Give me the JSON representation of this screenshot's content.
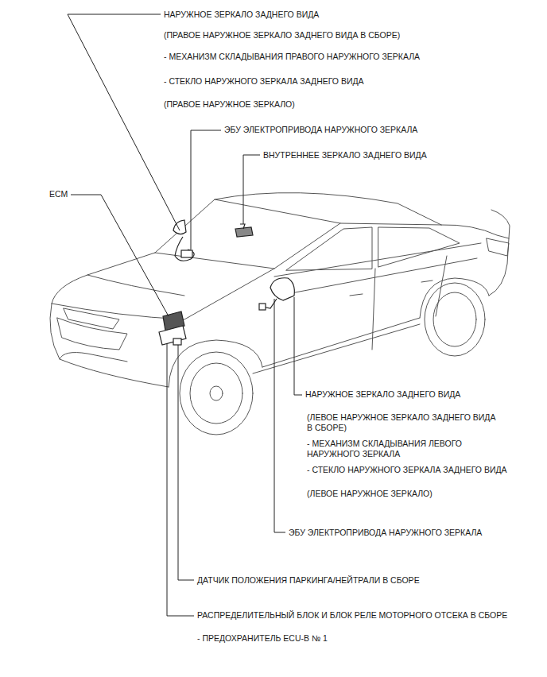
{
  "diagram": {
    "labels": [
      "НАРУЖНОЕ ЗЕРКАЛО ЗАДНЕГО ВИДА",
      "(ПРАВОЕ НАРУЖНОЕ ЗЕРКАЛО ЗАДНЕГО ВИДА В СБОРЕ)",
      "- МЕХАНИЗМ СКЛАДЫВАНИЯ ПРАВОГО НАРУЖНОГО ЗЕРКАЛА",
      "- СТЕКЛО НАРУЖНОГО ЗЕРКАЛА ЗАДНЕГО ВИДА",
      "(ПРАВОЕ НАРУЖНОЕ ЗЕРКАЛО)",
      "ЭБУ ЭЛЕКТРОПРИВОДА НАРУЖНОГО ЗЕРКАЛА",
      "ВНУТРЕННЕЕ ЗЕРКАЛО ЗАДНЕГО ВИДА",
      "ECM",
      "НАРУЖНОЕ ЗЕРКАЛО ЗАДНЕГО ВИДА",
      "(ЛЕВОЕ НАРУЖНОЕ ЗЕРКАЛО ЗАДНЕГО ВИДА В СБОРЕ)",
      "- МЕХАНИЗМ СКЛАДЫВАНИЯ ЛЕВОГО НАРУЖНОГО ЗЕРКАЛА",
      "- СТЕКЛО НАРУЖНОГО ЗЕРКАЛА ЗАДНЕГО ВИДА",
      "(ЛЕВОЕ НАРУЖНОЕ ЗЕРКАЛО)",
      "ЭБУ ЭЛЕКТРОПРИВОДА НАРУЖНОГО ЗЕРКАЛА",
      "ДАТЧИК ПОЛОЖЕНИЯ ПАРКИНГА/НЕЙТРАЛИ В СБОРЕ",
      "РАСПРЕДЕЛИТЕЛЬНЫЙ БЛОК И БЛОК РЕЛЕ МОТОРНОГО ОТСЕКА В СБОРЕ",
      "- ПРЕДОХРАНИТЕЛЬ ECU-B № 1"
    ]
  }
}
